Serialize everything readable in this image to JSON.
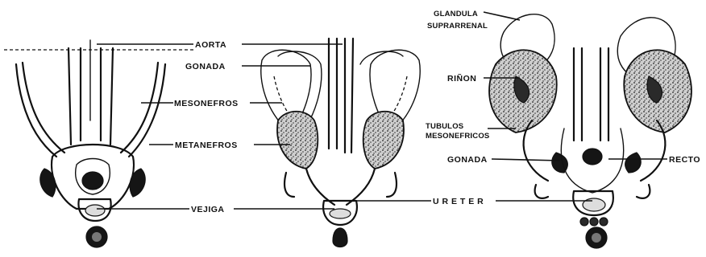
{
  "labels": {
    "aorta": "AORTA",
    "gonada_1": "GONADA",
    "mesonefros": "MESONEFROS",
    "metanefros": "METANEFROS",
    "vejiga": "VEJIGA",
    "ureter": "U R E T E R",
    "glandula_line1": "GLANDULA",
    "glandula_line2": "SUPRARRENAL",
    "rinon": "RIÑON",
    "tubulos_line1": "TUBULOS",
    "tubulos_line2": "MESONEFRICOS",
    "gonada_2": "GONADA",
    "recto": "RECTO"
  }
}
